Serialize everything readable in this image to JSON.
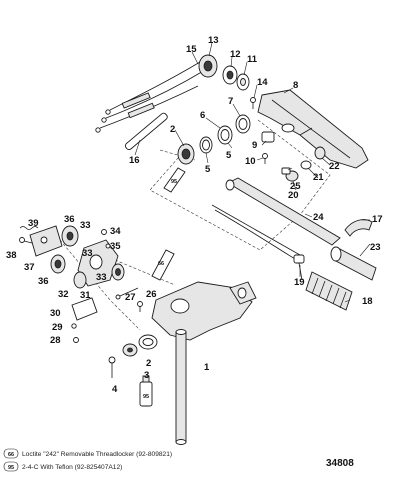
{
  "figure_number": "34808",
  "callouts": [
    "1",
    "2",
    "3",
    "4",
    "5",
    "6",
    "7",
    "8",
    "9",
    "10",
    "11",
    "12",
    "13",
    "14",
    "15",
    "16",
    "17",
    "18",
    "19",
    "20",
    "21",
    "22",
    "23",
    "24",
    "25",
    "26",
    "27",
    "28",
    "29",
    "30",
    "31",
    "32",
    "33",
    "34",
    "35",
    "36",
    "37",
    "38",
    "39"
  ],
  "legend": [
    {
      "code": "66",
      "text": "Loctite \"242\" Removable Threadlocker (92-809821)"
    },
    {
      "code": "95",
      "text": "2-4-C With Teflon (92-825407A12)"
    }
  ],
  "part_markings": {
    "tube_66": "66",
    "tube_95_top": "95",
    "tube_95_bottom": "95"
  }
}
